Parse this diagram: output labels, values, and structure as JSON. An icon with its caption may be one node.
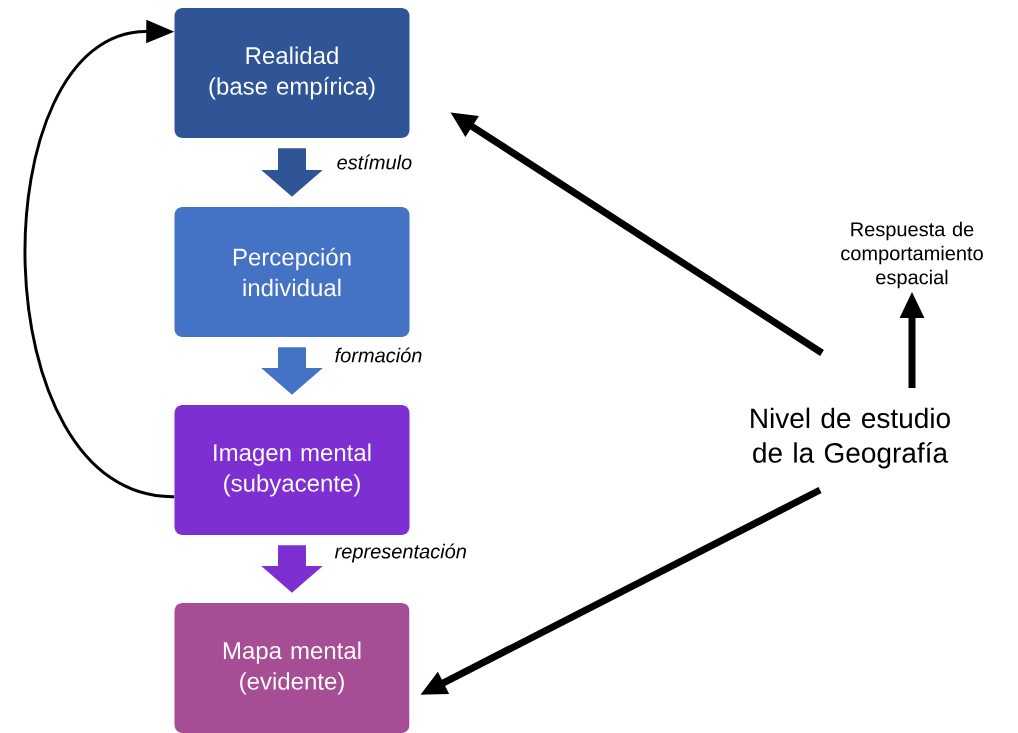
{
  "diagram": {
    "nodes": [
      {
        "text": [
          "Realidad",
          "(base empírica)"
        ]
      },
      {
        "text": [
          "Percepción individual"
        ]
      },
      {
        "text": [
          "Imagen mental",
          "(subyacente)"
        ]
      },
      {
        "text": [
          "Mapa mental",
          "(evidente)"
        ]
      },
      {
        "text": [
          "Nivel de estudio de la Geografía"
        ]
      },
      {
        "text": [
          "Respuesta de comportamiento espacial"
        ]
      }
    ],
    "edges": [
      {
        "from": 0,
        "to": 1,
        "arrow": "to",
        "label": "estímulo",
        "style": "thick",
        "color": "#2f5597"
      },
      {
        "from": 1,
        "to": 2,
        "arrow": "to",
        "label": "formación",
        "style": "thick",
        "color": "#4472c4"
      },
      {
        "from": 2,
        "to": 3,
        "arrow": "to",
        "label": "representación",
        "style": "thick",
        "color": "#7e2fd2"
      },
      {
        "from": 2,
        "to": 0,
        "arrow": "to"
      },
      {
        "from": 4,
        "to": 0,
        "arrow": "to"
      },
      {
        "from": 4,
        "to": 3,
        "arrow": "to"
      },
      {
        "from": 4,
        "to": 5,
        "arrow": "to"
      }
    ]
  }
}
